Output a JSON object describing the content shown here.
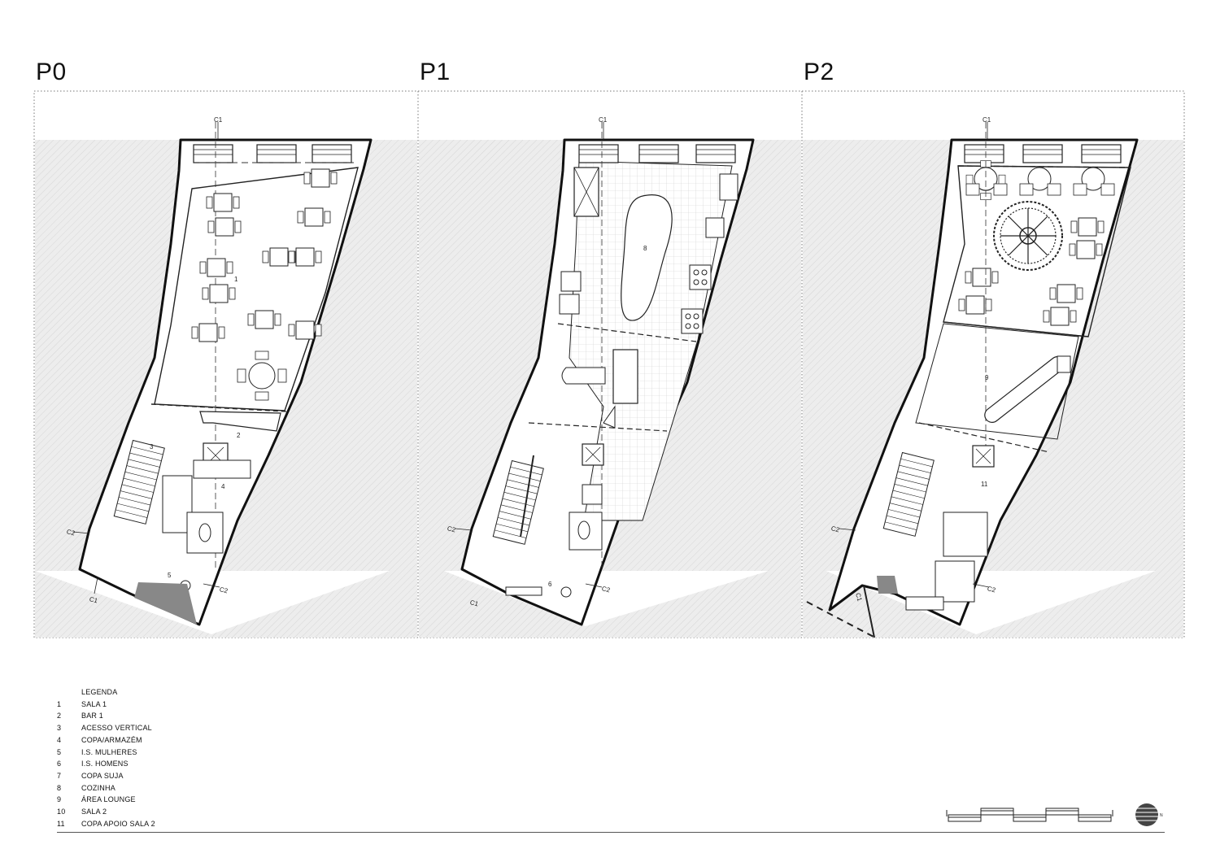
{
  "floors": [
    {
      "id": "P0",
      "label": "P0"
    },
    {
      "id": "P1",
      "label": "P1"
    },
    {
      "id": "P2",
      "label": "P2"
    }
  ],
  "section_marks": {
    "c1": "C1",
    "c2": "C2"
  },
  "room_numbers": {
    "p0": [
      "1",
      "2",
      "3",
      "4",
      "5"
    ],
    "p1": [
      "8",
      "6"
    ],
    "p2": [
      "9",
      "11"
    ]
  },
  "legend": {
    "title": "LEGENDA",
    "items": [
      {
        "num": "1",
        "label": "SALA 1"
      },
      {
        "num": "2",
        "label": "BAR 1"
      },
      {
        "num": "3",
        "label": "ACESSO VERTICAL"
      },
      {
        "num": "4",
        "label": "COPA/ARMAZÉM"
      },
      {
        "num": "5",
        "label": "I.S. MULHERES"
      },
      {
        "num": "6",
        "label": "I.S. HOMENS"
      },
      {
        "num": "7",
        "label": "COPA SUJA"
      },
      {
        "num": "8",
        "label": "COZINHA"
      },
      {
        "num": "9",
        "label": "ÁREA LOUNGE"
      },
      {
        "num": "10",
        "label": "SALA 2"
      },
      {
        "num": "11",
        "label": "COPA APOIO SALA 2"
      }
    ]
  },
  "north_label": "N"
}
